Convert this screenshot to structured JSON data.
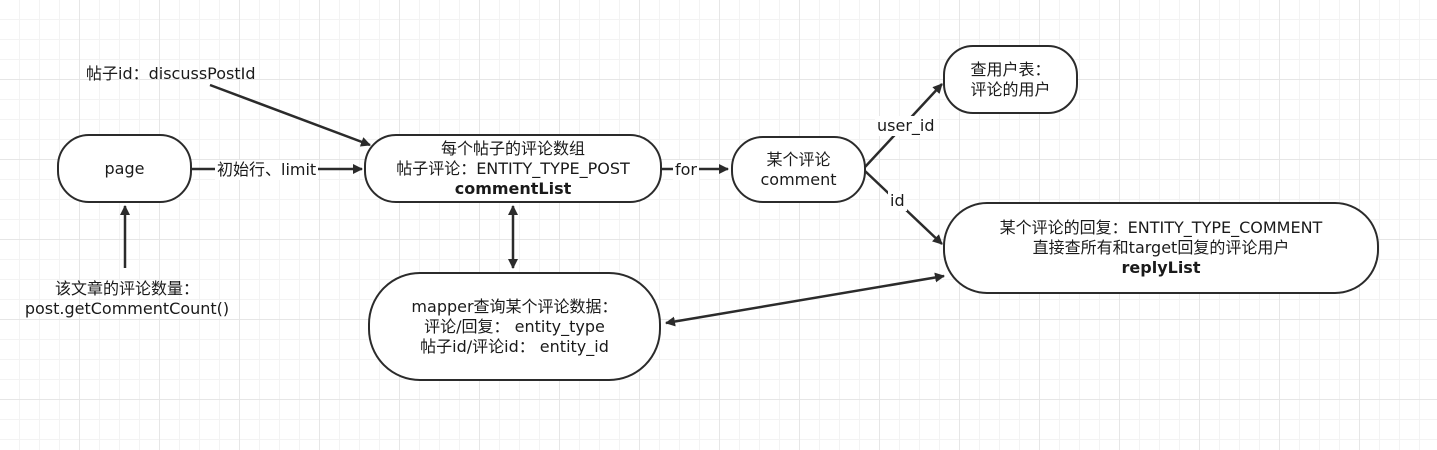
{
  "nodes": {
    "page": {
      "text": "page"
    },
    "comment_list": {
      "line1": "每个帖子的评论数组",
      "line2": "帖子评论：ENTITY_TYPE_POST",
      "line3": "commentList"
    },
    "a_comment": {
      "line1": "某个评论",
      "line2": "comment"
    },
    "user_lookup": {
      "line1": "查用户表：",
      "line2": "评论的用户"
    },
    "reply_list": {
      "line1": "某个评论的回复：ENTITY_TYPE_COMMENT",
      "line2": "直接查所有和target回复的评论用户",
      "line3": "replyList"
    },
    "mapper": {
      "line1": "mapper查询某个评论数据：",
      "line2": "评论/回复： entity_type",
      "line3": "帖子id/评论id： entity_id"
    }
  },
  "labels": {
    "post_id": "帖子id：discussPostId",
    "init_limit": "初始行、limit",
    "for": "for",
    "user_id": "user_id",
    "id": "id",
    "comment_count_line1": "该文章的评论数量：",
    "comment_count_line2": "post.getCommentCount()"
  },
  "colors": {
    "stroke": "#2b2b2b",
    "grid_major": "#e6e6e6",
    "grid_minor": "#f3f3f3"
  }
}
